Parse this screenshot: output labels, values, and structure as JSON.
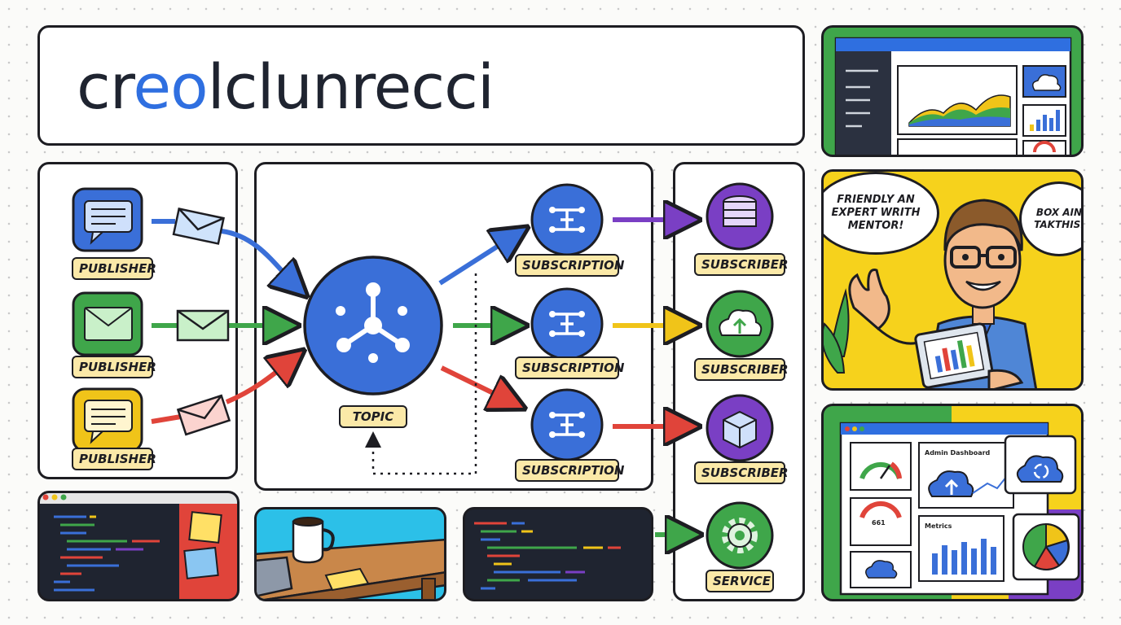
{
  "header": {
    "logo_text_part1": "cr",
    "logo_text_accent": "e",
    "logo_text_accent2": "o",
    "logo_text_part2": "lclunrecci"
  },
  "diagram": {
    "publishers": [
      "PUBLISHER",
      "PUBLISHER",
      "PUBLISHER"
    ],
    "topic_label": "TOPIC",
    "subscriptions": [
      "SUBSCRIPTION",
      "SUBSCRIPTION",
      "SUBSCRIPTION"
    ],
    "subscribers": [
      "SUBSCRIBER",
      "SUBSCRIBER",
      "SUBSCRIBER"
    ],
    "service_label": "SERVICE"
  },
  "mentor": {
    "bubble_left": "FRIENDLY AN EXPERT WRITH MENTOR!",
    "bubble_right": "BOX AIN TAKTHIS."
  },
  "dashboard": {
    "admin_title": "Admin Dashboard",
    "metrics_title": "Metrics",
    "gauge_value": "661"
  },
  "colors": {
    "blue": "#3a6fd8",
    "green": "#3fa64a",
    "red": "#e0443a",
    "yellow": "#f0c419",
    "purple": "#7a3fc4"
  }
}
